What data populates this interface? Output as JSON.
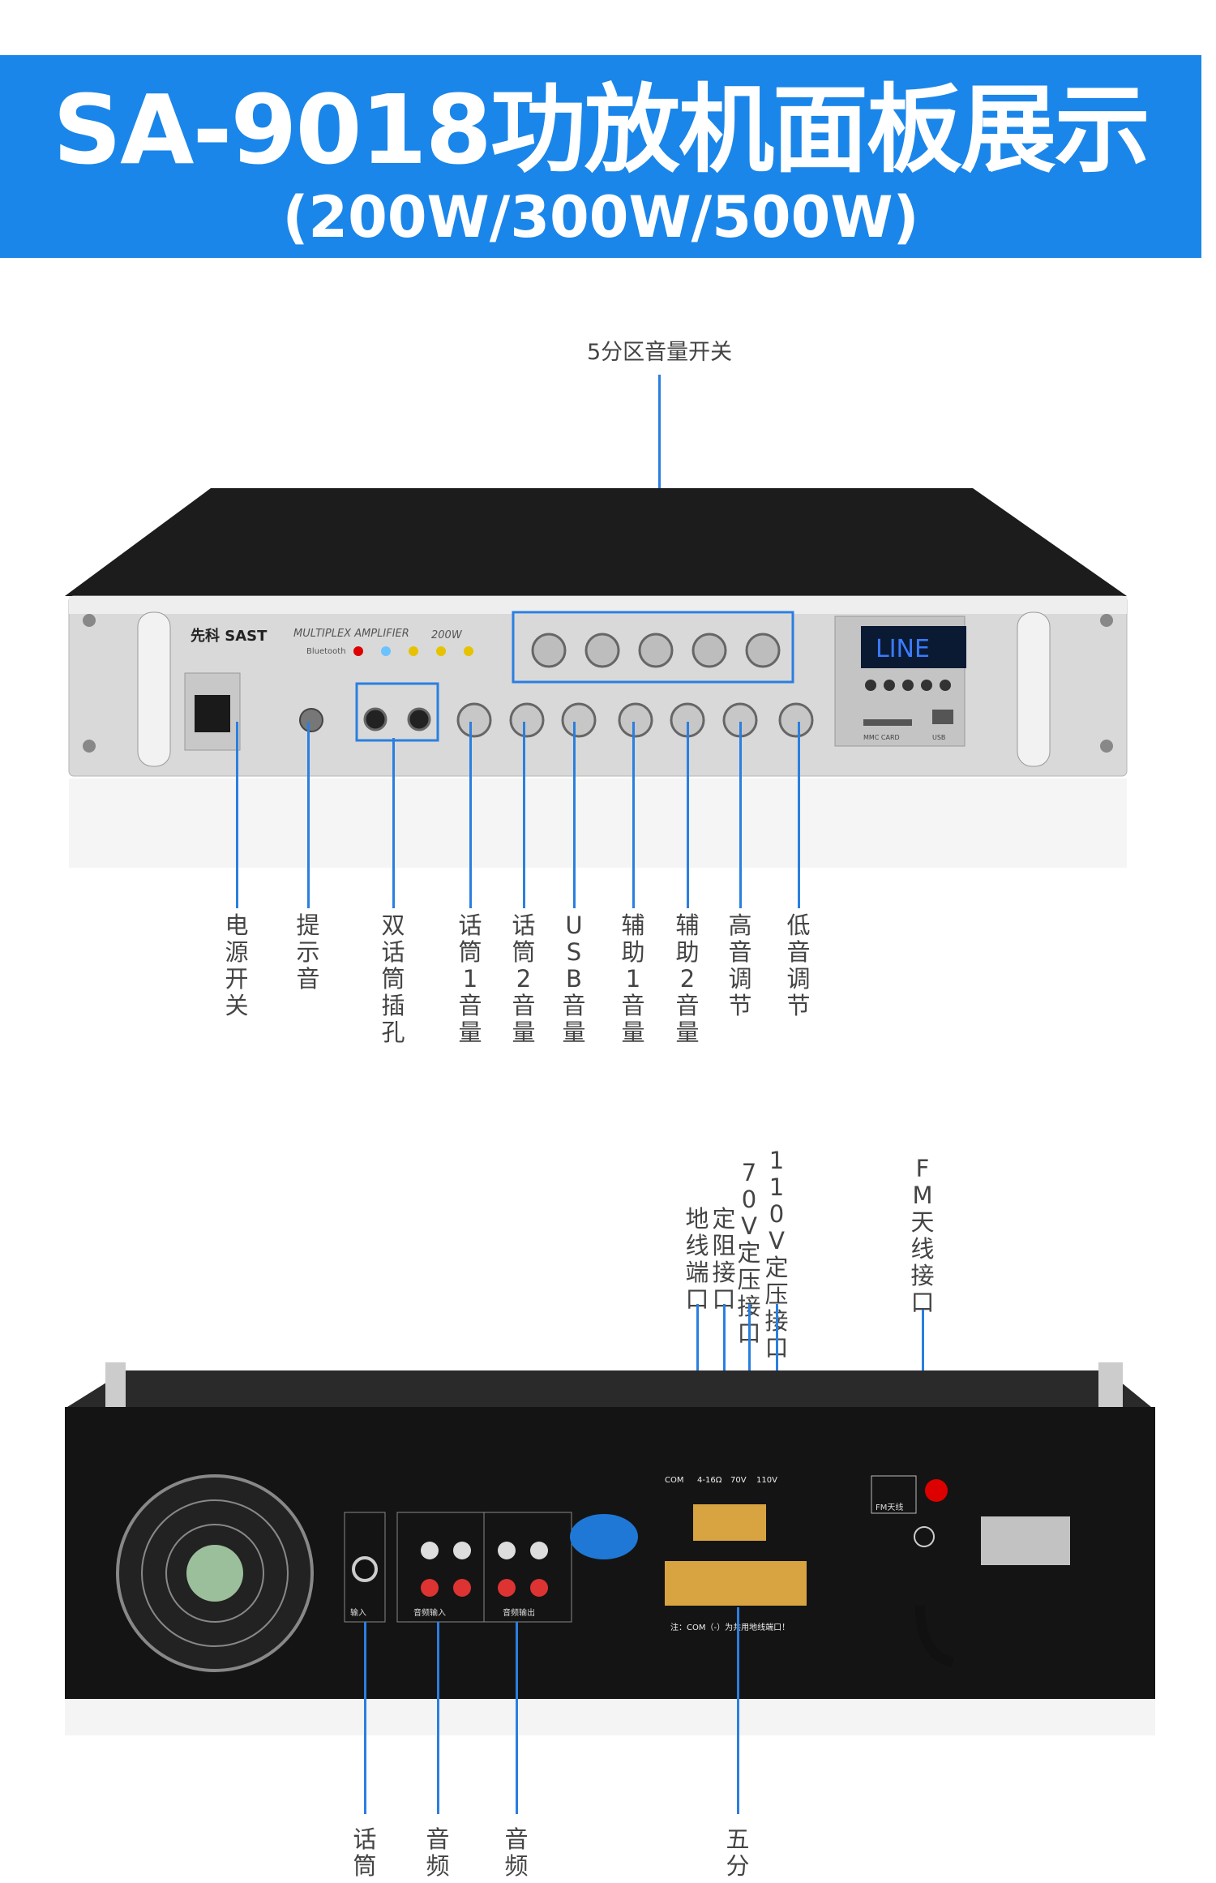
{
  "banner": {
    "title": "SA-9018功放机面板展示",
    "subtitle": "(200W/300W/500W)"
  },
  "front": {
    "top_label": "5分区音量开关",
    "brand": "先科 SAST",
    "model_text": "MULTIPLEX AMPLIFIER",
    "power_text": "200W",
    "bluetooth_text": "Bluetooth",
    "display_text": "LINE",
    "card_text": "MMC CARD",
    "usb_text": "USB",
    "labels": [
      "电源开关",
      "提示音",
      "双话筒插孔",
      "话筒1音量",
      "话筒2音量",
      "USB音量",
      "辅助1音量",
      "辅助2音量",
      "高音调节",
      "低音调节"
    ]
  },
  "rear": {
    "top_labels": [
      "地线端口",
      "定阻接口",
      "70V定压接口",
      "110V定压接口",
      "FM天线接口"
    ],
    "terminal_labels": [
      "COM",
      "4-16Ω",
      "70V",
      "110V"
    ],
    "bottom_labels": [
      "话筒",
      "音频",
      "音频",
      "五分"
    ],
    "note": "注：COM（-）为共用地线端口！",
    "fm_text": "FM天线",
    "input_text": "输入",
    "audio_in_text": "音频输入",
    "audio_out_text": "音频输出"
  }
}
